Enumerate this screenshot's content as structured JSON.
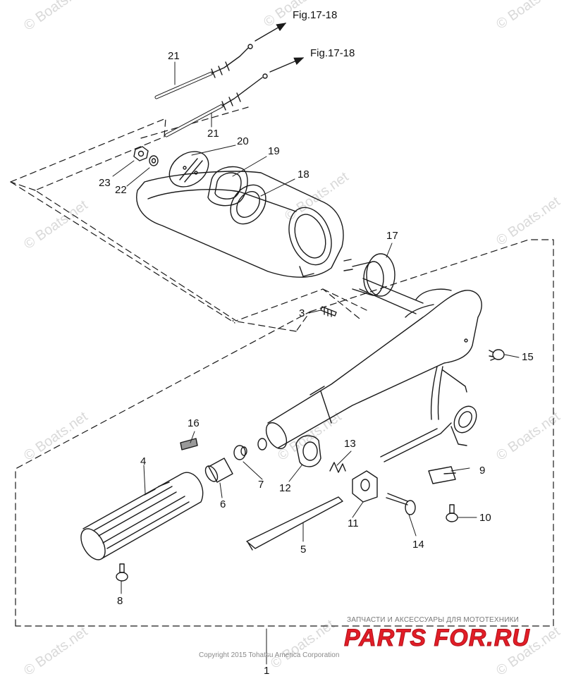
{
  "figure_refs": [
    "Fig.17-18",
    "Fig.17-18"
  ],
  "parts": [
    {
      "num": "1"
    },
    {
      "num": "3"
    },
    {
      "num": "4"
    },
    {
      "num": "5"
    },
    {
      "num": "6"
    },
    {
      "num": "7"
    },
    {
      "num": "8"
    },
    {
      "num": "9"
    },
    {
      "num": "10"
    },
    {
      "num": "11"
    },
    {
      "num": "12"
    },
    {
      "num": "13"
    },
    {
      "num": "14"
    },
    {
      "num": "15"
    },
    {
      "num": "16"
    },
    {
      "num": "17"
    },
    {
      "num": "18"
    },
    {
      "num": "19"
    },
    {
      "num": "20"
    },
    {
      "num": "21"
    },
    {
      "num": "21"
    },
    {
      "num": "22"
    },
    {
      "num": "23"
    }
  ],
  "watermark": "© Boats.net",
  "copyright": "Copyright 2015 Tohatsu America Corporation",
  "shop": {
    "tagline": "ЗАПЧАСТИ И АКСЕССУАРЫ ДЛЯ МОТОТЕХНИКИ",
    "brand": "PARTS FOR.RU"
  },
  "colors": {
    "line": "#1a1a1a",
    "brand_red": "#e21d27",
    "watermark": "#d9d9d9"
  }
}
